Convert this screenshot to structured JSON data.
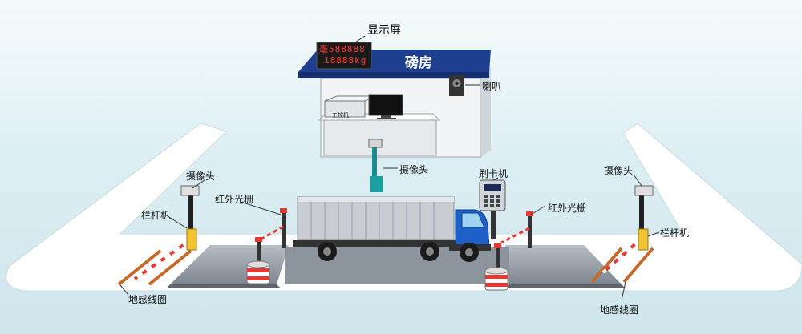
{
  "colors": {
    "background": "#dff0f4",
    "platform": "#ffffff",
    "roof": "#1e3f8f",
    "scale_plate": "#8f97a0",
    "truck_cab": "#1e5fc8",
    "loop_stripe": "#c56a2a",
    "barrier_red": "#e53935"
  },
  "booth": {
    "title": "磅房",
    "display_line1": "毫588888",
    "display_line2": "18888kg",
    "pc_label": "工控机"
  },
  "labels": {
    "display": "显示屏",
    "speaker": "喇叭",
    "camera_center": "摄像头",
    "camera_left": "摄像头",
    "camera_right": "摄像头",
    "card_reader": "刷卡机",
    "ir_left": "红外光栅",
    "ir_right": "红外光栅",
    "barrier_left": "栏杆机",
    "barrier_right": "栏杆机",
    "loop_left": "地感线圈",
    "loop_right": "地感线圈"
  }
}
